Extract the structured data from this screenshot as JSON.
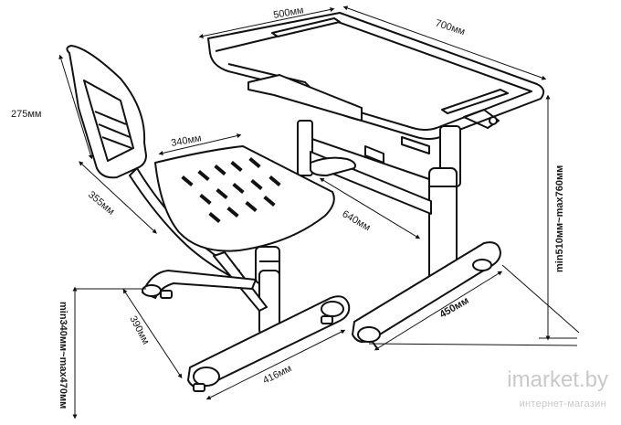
{
  "dimensions": {
    "desk_depth": "500мм",
    "desk_width": "700мм",
    "desk_height": "min510мм~max760мм",
    "desk_base": "450мм",
    "frame_length": "640мм",
    "seat_width": "340мм",
    "back_height": "275мм",
    "seat_depth": "355мм",
    "chair_height": "min340мм~max470мм",
    "chair_base_depth": "390мм",
    "chair_base_width": "416мм"
  },
  "watermark": {
    "brand": "imarket.by",
    "subtitle": "интернет-магазин"
  }
}
